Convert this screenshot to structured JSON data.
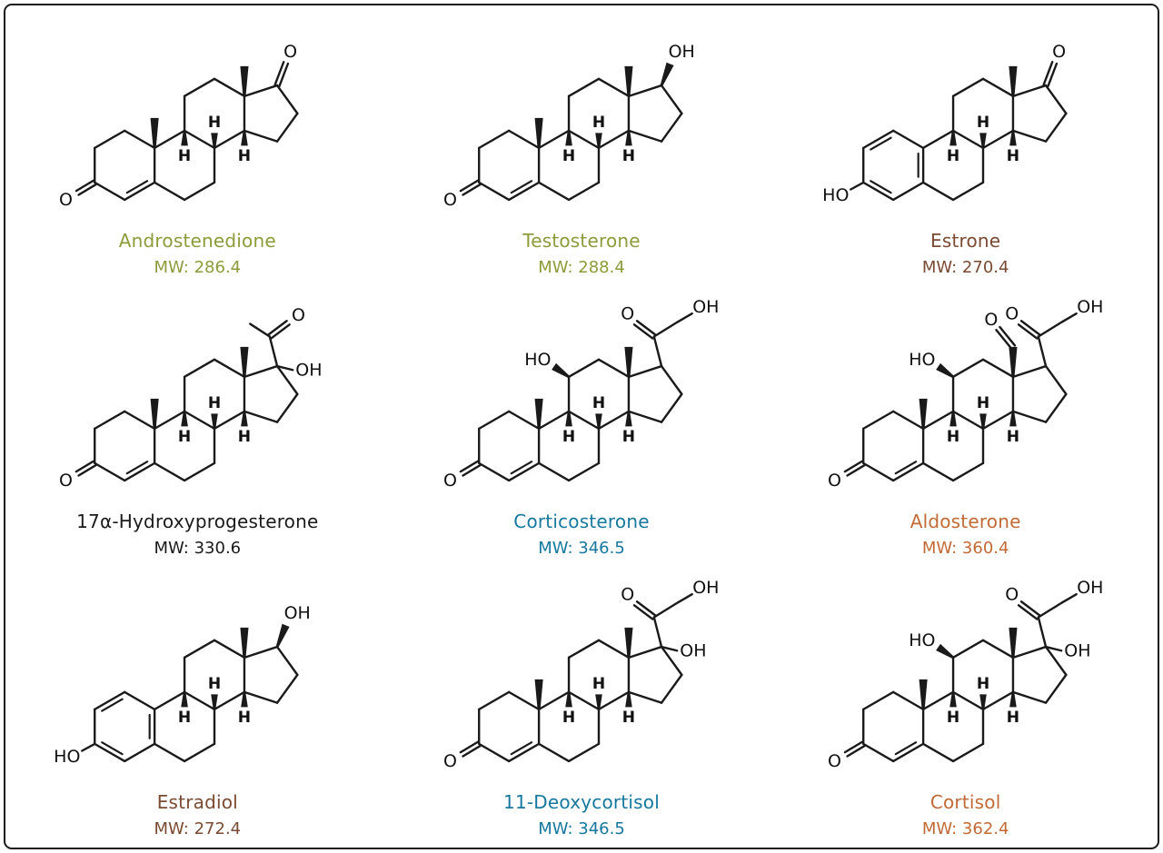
{
  "figure": {
    "background": "#ffffff",
    "border_color": "#1c1c1c",
    "bond_color": "#1a1a1a"
  },
  "labels": {
    "oxygen": "O",
    "hydroxyl": "OH",
    "hydroxyl_left": "HO",
    "hydrogen": "H"
  },
  "compounds": [
    {
      "name": "Androstenedione",
      "mw_text": "MW: 286.4",
      "color": "#8d9b3b",
      "structure": {
        "a_ring": "enone",
        "c19": true,
        "c18": "methyl",
        "c11_oh": false,
        "c17_oh": false,
        "c17": "ketone"
      }
    },
    {
      "name": "Testosterone",
      "mw_text": "MW: 288.4",
      "color": "#8d9b3b",
      "structure": {
        "a_ring": "enone",
        "c19": true,
        "c18": "methyl",
        "c11_oh": false,
        "c17_oh": false,
        "c17": "hydroxyl"
      }
    },
    {
      "name": "Estrone",
      "mw_text": "MW: 270.4",
      "color": "#7a4a32",
      "structure": {
        "a_ring": "phenol",
        "c19": false,
        "c18": "methyl",
        "c11_oh": false,
        "c17_oh": false,
        "c17": "ketone"
      }
    },
    {
      "name": "17α-Hydroxyprogesterone",
      "mw_text": "MW: 330.6",
      "color": "#1a1a1a",
      "structure": {
        "a_ring": "enone",
        "c19": true,
        "c18": "methyl",
        "c11_oh": false,
        "c17_oh": true,
        "c17": "acetyl"
      }
    },
    {
      "name": "Corticosterone",
      "mw_text": "MW: 346.5",
      "color": "#17789f",
      "structure": {
        "a_ring": "enone",
        "c19": true,
        "c18": "methyl",
        "c11_oh": true,
        "c17_oh": false,
        "c17": "hydroxyacetyl"
      }
    },
    {
      "name": "Aldosterone",
      "mw_text": "MW: 360.4",
      "color": "#c26a35",
      "structure": {
        "a_ring": "enone",
        "c19": true,
        "c18": "aldehyde",
        "c11_oh": true,
        "c17_oh": false,
        "c17": "hydroxyacetyl"
      }
    },
    {
      "name": "Estradiol",
      "mw_text": "MW: 272.4",
      "color": "#7a4a32",
      "structure": {
        "a_ring": "phenol",
        "c19": false,
        "c18": "methyl",
        "c11_oh": false,
        "c17_oh": false,
        "c17": "hydroxyl"
      }
    },
    {
      "name": "11-Deoxycortisol",
      "mw_text": "MW: 346.5",
      "color": "#17789f",
      "structure": {
        "a_ring": "enone",
        "c19": true,
        "c18": "methyl",
        "c11_oh": false,
        "c17_oh": true,
        "c17": "hydroxyacetyl"
      }
    },
    {
      "name": "Cortisol",
      "mw_text": "MW: 362.4",
      "color": "#c26a35",
      "structure": {
        "a_ring": "enone",
        "c19": true,
        "c18": "methyl",
        "c11_oh": true,
        "c17_oh": true,
        "c17": "hydroxyacetyl"
      }
    }
  ]
}
